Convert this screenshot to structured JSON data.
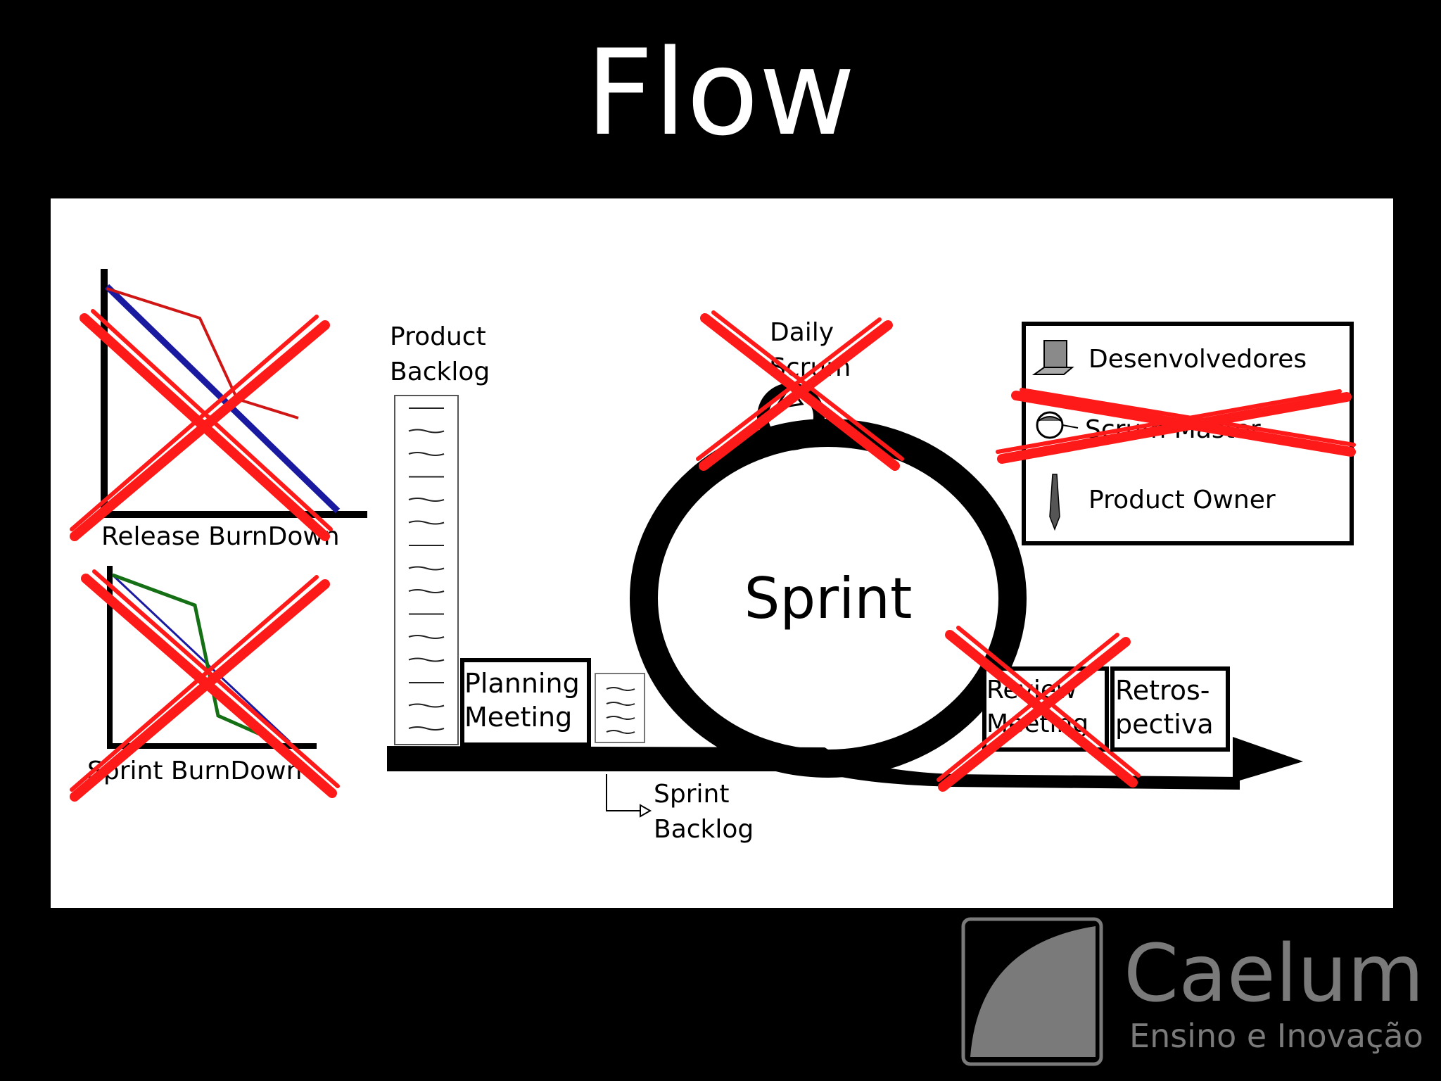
{
  "slide": {
    "title": "Flow"
  },
  "diagram": {
    "release_burndown": {
      "label": "Release BurnDown"
    },
    "sprint_burndown": {
      "label": "Sprint BurnDown"
    },
    "product_backlog": {
      "label_lines": [
        "Product",
        "Backlog"
      ]
    },
    "planning_meeting": {
      "label_lines": [
        "Planning",
        "Meeting"
      ]
    },
    "sprint_backlog": {
      "label_lines": [
        "Sprint",
        "Backlog"
      ]
    },
    "daily_scrum": {
      "label_lines": [
        "Daily",
        "Scrum"
      ]
    },
    "sprint": {
      "label": "Sprint"
    },
    "review_meeting": {
      "label_lines": [
        "Review",
        "Meeting"
      ]
    },
    "retrospectiva": {
      "label_lines": [
        "Retros-",
        "pectiva"
      ]
    },
    "legend": {
      "items": [
        {
          "label": "Desenvolvedores",
          "icon": "laptop-icon",
          "crossed": false
        },
        {
          "label": "Scrum Master",
          "icon": "scrum-master-icon",
          "crossed": true
        },
        {
          "label": "Product Owner",
          "icon": "tie-icon",
          "crossed": false
        }
      ]
    },
    "colors": {
      "cross": "#ff1a1a",
      "release_ideal": "#1a1aa0",
      "release_actual": "#d01515",
      "sprint_ideal": "#1a1aa0",
      "sprint_actual": "#157015"
    }
  },
  "logo": {
    "name": "Caelum",
    "tagline": "Ensino e Inovação",
    "icon": "star-icon"
  }
}
